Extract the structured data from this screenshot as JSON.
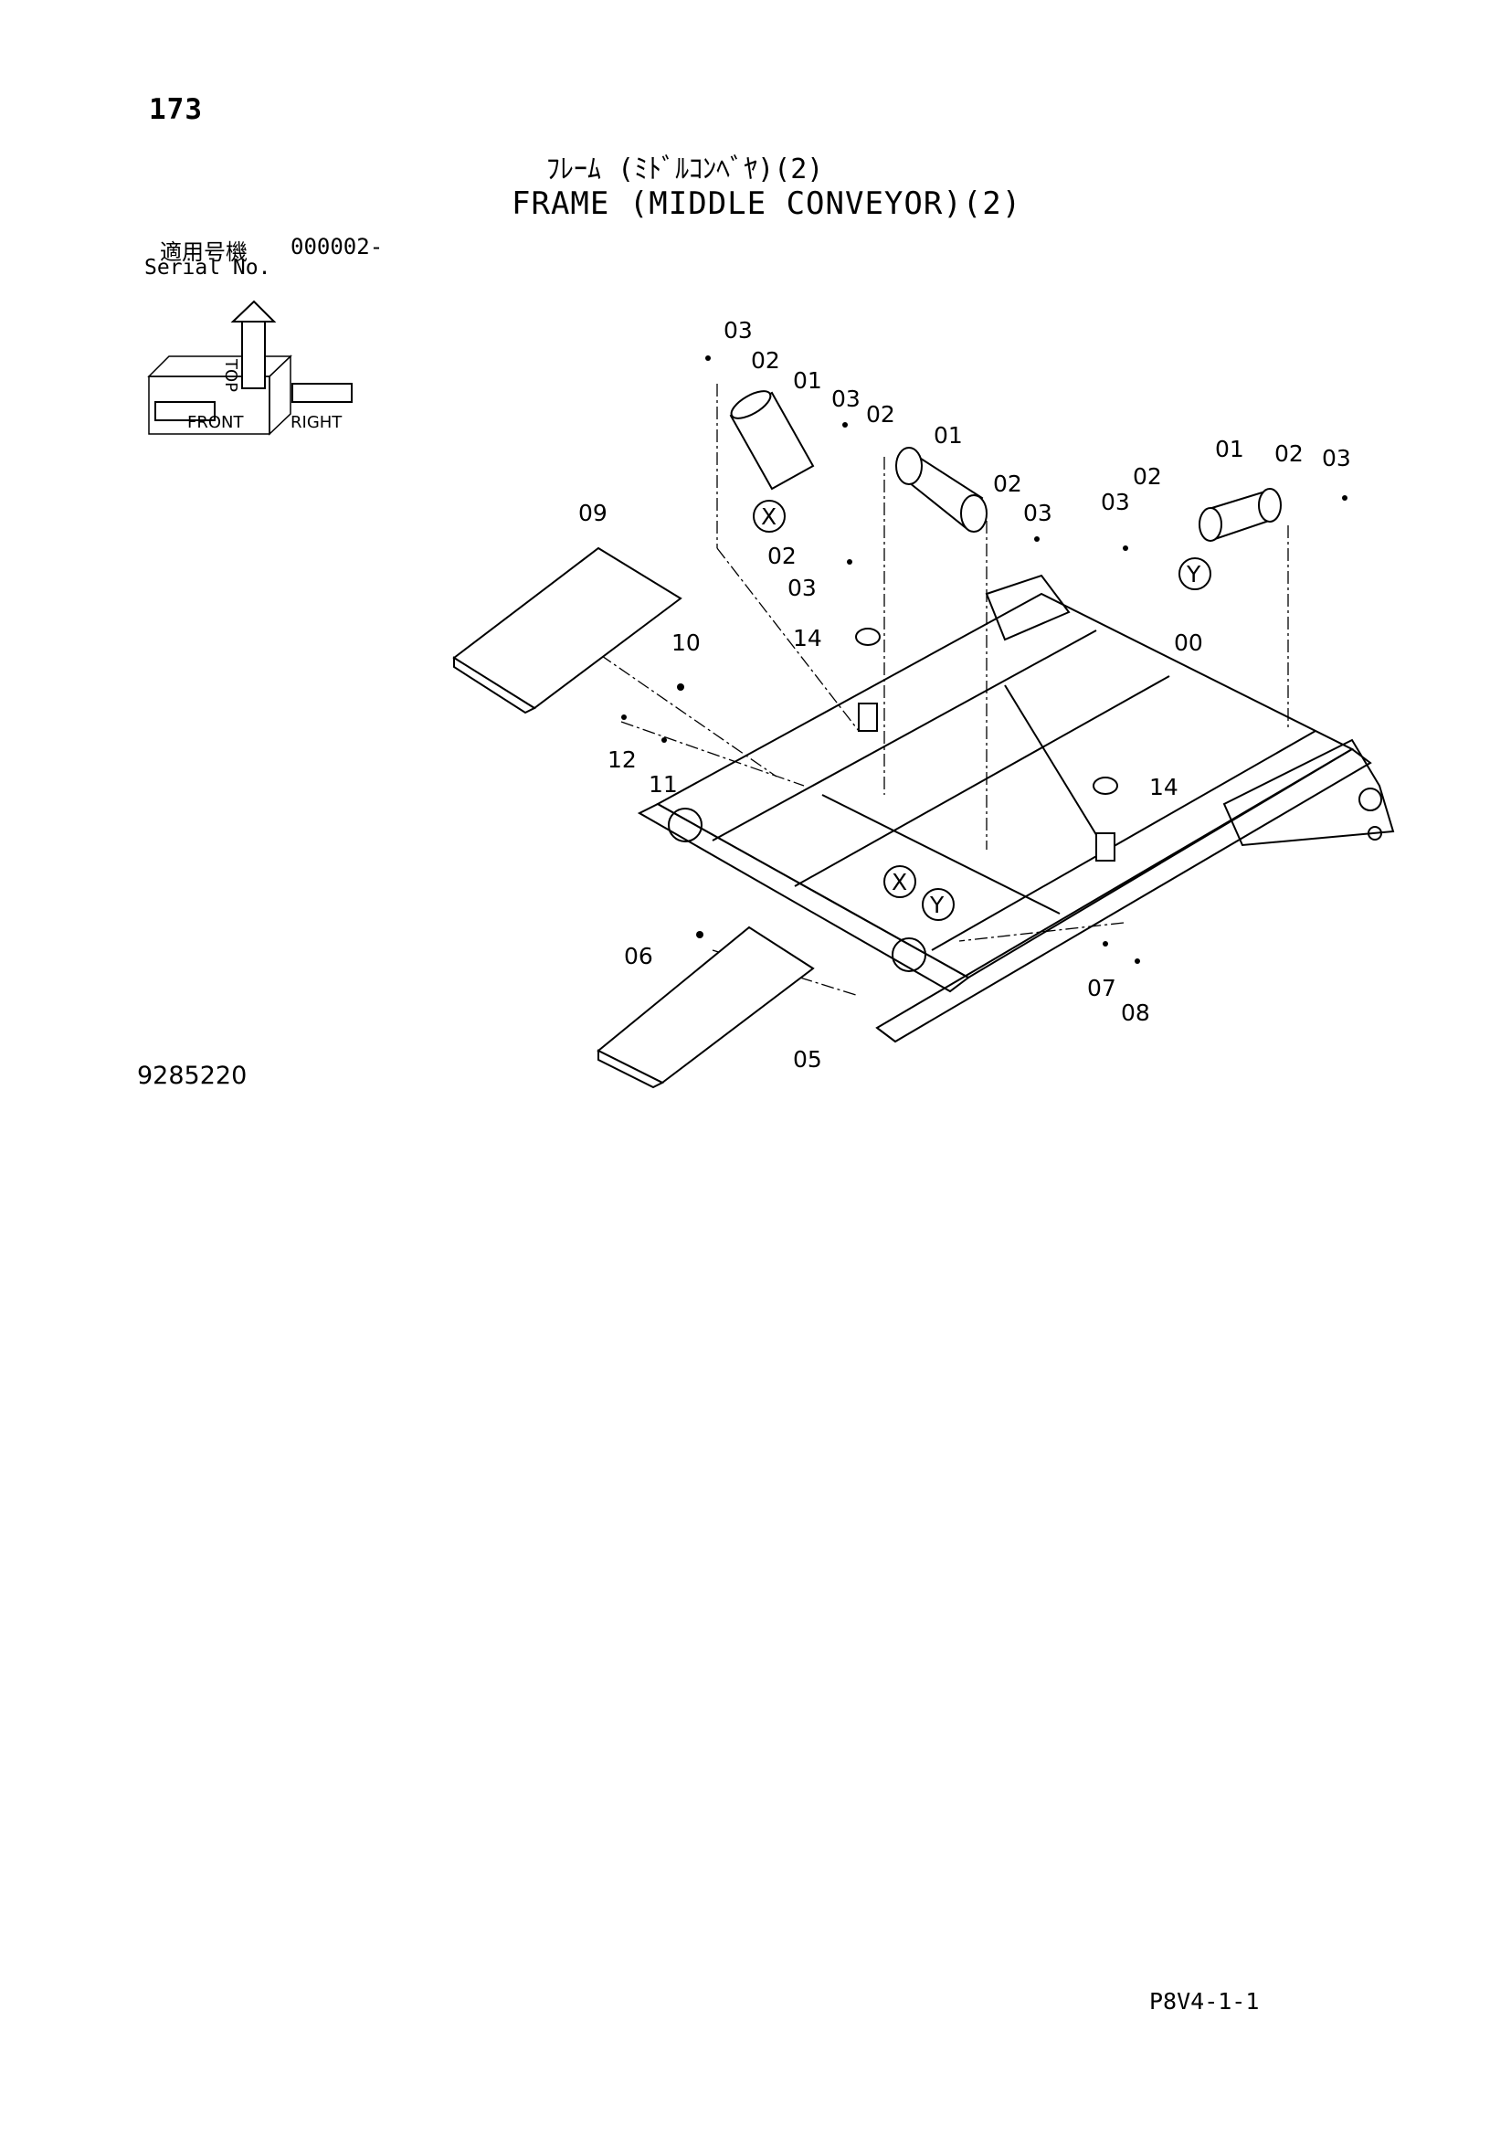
{
  "header": {
    "page_number": "173",
    "title_jp": "ﾌﾚｰﾑ (ﾐﾄﾞﾙｺﾝﾍﾞﾔ)(2)",
    "title_en": "FRAME (MIDDLE CONVEYOR)(2)",
    "serial_label_jp": "適用号機",
    "serial_value": "000002-",
    "serial_label_en": "Serial No."
  },
  "orientation": {
    "top": "TOP",
    "front": "FRONT",
    "right": "RIGHT"
  },
  "parts": {
    "p00": "00",
    "p01": "01",
    "p02": "02",
    "p03": "03",
    "p05": "05",
    "p06": "06",
    "p07": "07",
    "p08": "08",
    "p09": "09",
    "p10": "10",
    "p11": "11",
    "p12": "12",
    "p14": "14"
  },
  "detail_markers": {
    "x": "X",
    "y": "Y"
  },
  "footer": {
    "figure_number": "9285220",
    "page_code": "P8V4-1-1"
  }
}
